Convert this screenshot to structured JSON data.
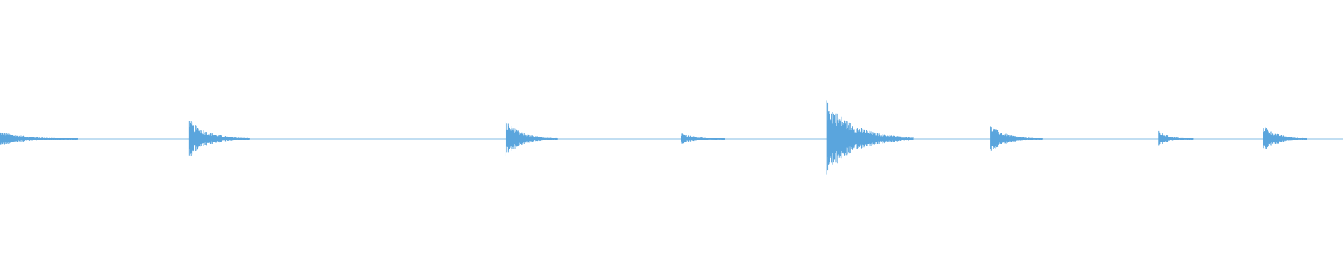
{
  "waveform": {
    "color": "#5aa5dd",
    "background": "#ffffff",
    "duration": 1.0,
    "amplitude_max": 1.0,
    "baseline_noise": 0.004,
    "transients": [
      {
        "t": 0.0,
        "peak": 0.2,
        "decay": 0.018,
        "fill": true
      },
      {
        "t": 0.1408,
        "peak": 0.5,
        "decay": 0.014,
        "fill": true
      },
      {
        "t": 0.3768,
        "peak": 0.46,
        "decay": 0.012,
        "fill": true
      },
      {
        "t": 0.5073,
        "peak": 0.16,
        "decay": 0.01,
        "fill": true
      },
      {
        "t": 0.6157,
        "peak": 1.0,
        "decay": 0.02,
        "fill": true
      },
      {
        "t": 0.7378,
        "peak": 0.34,
        "decay": 0.012,
        "fill": true
      },
      {
        "t": 0.8629,
        "peak": 0.2,
        "decay": 0.008,
        "fill": true
      },
      {
        "t": 0.9407,
        "peak": 0.38,
        "decay": 0.01,
        "fill": true
      }
    ]
  }
}
